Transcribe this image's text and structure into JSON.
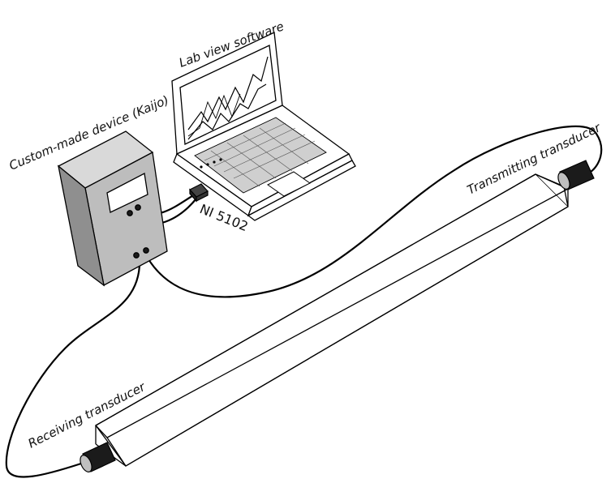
{
  "labels": {
    "device": "Custom-made device (Kaijo)",
    "software": "Lab view software",
    "daq": "NI 5102",
    "tx": "Transmitting transducer",
    "rx": "Receiving transducer"
  },
  "colors": {
    "device_front": "#bdbdbd",
    "device_side": "#8f8f8f",
    "device_top": "#d9d9d9",
    "transducer": "#1b1b1b",
    "line": "#000000"
  },
  "icons": {
    "laptop": "laptop-icon",
    "daq": "daq-card-icon",
    "device": "device-box-icon",
    "transducer": "transducer-icon"
  }
}
